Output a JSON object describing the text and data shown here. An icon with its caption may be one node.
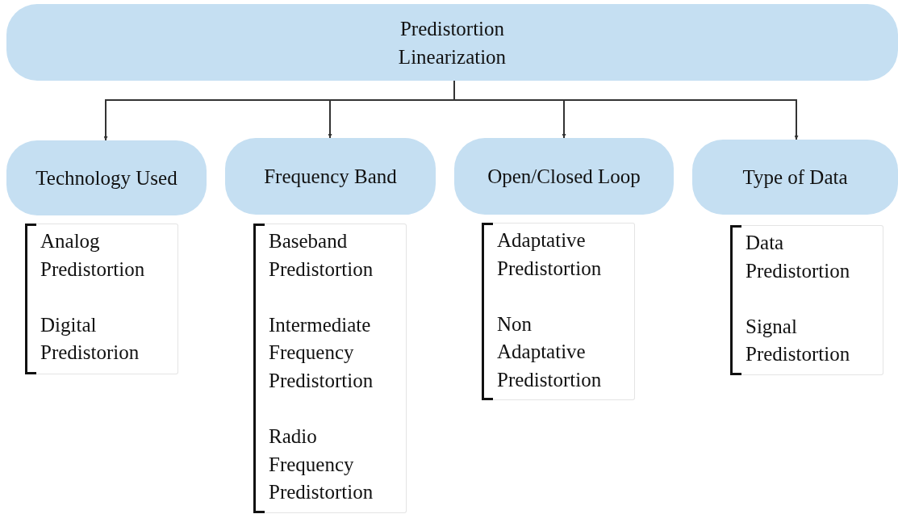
{
  "diagram": {
    "nodes": [
      {
        "text": [
          "Predistortion Linearization"
        ]
      },
      {
        "text": [
          "Technology Used"
        ]
      },
      {
        "text": [
          "Frequency Band"
        ]
      },
      {
        "text": [
          "Open/Closed Loop"
        ]
      },
      {
        "text": [
          "Type of Data"
        ]
      },
      {
        "text": [
          "Analog Predistortion",
          "Digital Predistorion"
        ]
      },
      {
        "text": [
          "Baseband Predistortion",
          "Intermediate Frequency Predistortion",
          "Radio Frequency Predistortion"
        ]
      },
      {
        "text": [
          "Adaptative Predistortion",
          "Non Adaptative Predistortion"
        ]
      },
      {
        "text": [
          "Data Predistortion",
          "Signal Predistortion"
        ]
      }
    ],
    "edges": [
      {
        "from": 0,
        "to": 1,
        "arrow": "to"
      },
      {
        "from": 0,
        "to": 2,
        "arrow": "to"
      },
      {
        "from": 0,
        "to": 3,
        "arrow": "to"
      },
      {
        "from": 0,
        "to": 4,
        "arrow": "to"
      }
    ]
  }
}
